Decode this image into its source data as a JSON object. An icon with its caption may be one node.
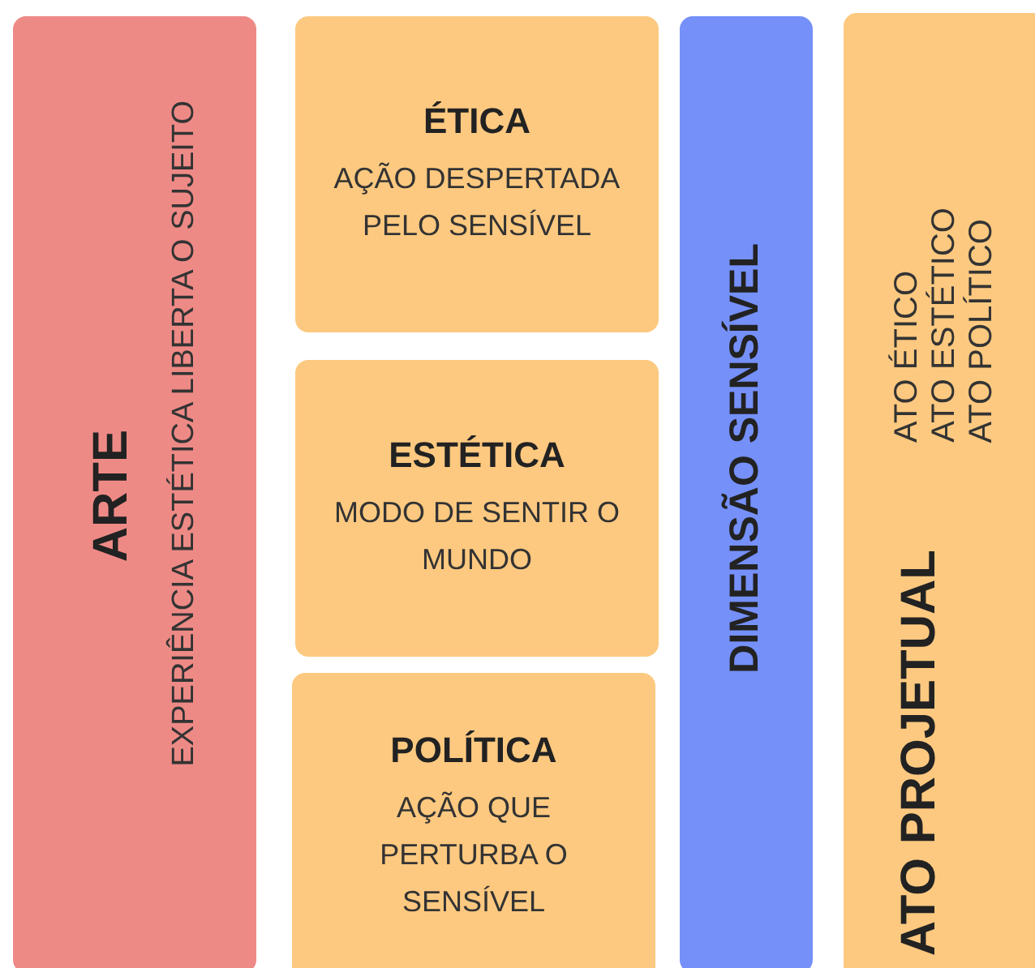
{
  "diagram": {
    "nodes": [
      {
        "text": [
          "ARTE",
          "EXPERIÊNCIA ESTÉTICA LIBERTA O SUJEITO"
        ]
      },
      {
        "text": [
          "ÉTICA",
          "AÇÃO DESPERTADA PELO SENSÍVEL"
        ]
      },
      {
        "text": [
          "ESTÉTICA",
          "MODO DE SENTIR O MUNDO"
        ]
      },
      {
        "text": [
          "POLÍTICA",
          "AÇÃO QUE PERTURBA O SENSÍVEL"
        ]
      },
      {
        "text": [
          "DIMENSÃO SENSÍVEL"
        ]
      },
      {
        "text": [
          "ATO PROJETUAL",
          "ATO  ÉTICO",
          "ATO ESTÉTICO",
          "ATO POLÍTICO"
        ]
      }
    ]
  }
}
